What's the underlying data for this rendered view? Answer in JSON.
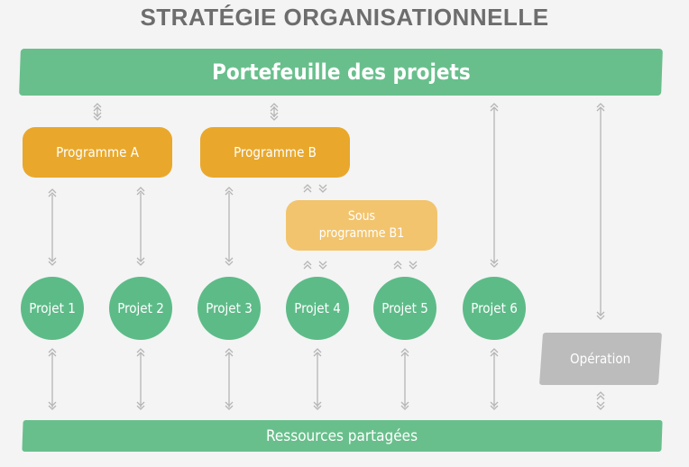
{
  "title": "STRATÉGIE ORGANISATIONNELLE",
  "portfolio": "Portefeuille des projets",
  "programs": {
    "a": "Programme A",
    "b": "Programme B"
  },
  "subprogram": {
    "line1": "Sous",
    "line2": "programme B1"
  },
  "projects": [
    "Projet 1",
    "Projet 2",
    "Projet 3",
    "Projet 4",
    "Projet 5",
    "Projet 6"
  ],
  "operation": "Opération",
  "resources": "Ressources partagées",
  "colors": {
    "green": "#69bf8c",
    "program": "#e9a82b",
    "subprogram": "#f2c46e",
    "operation": "#bcbcbc",
    "connector": "#b5b5b5"
  }
}
